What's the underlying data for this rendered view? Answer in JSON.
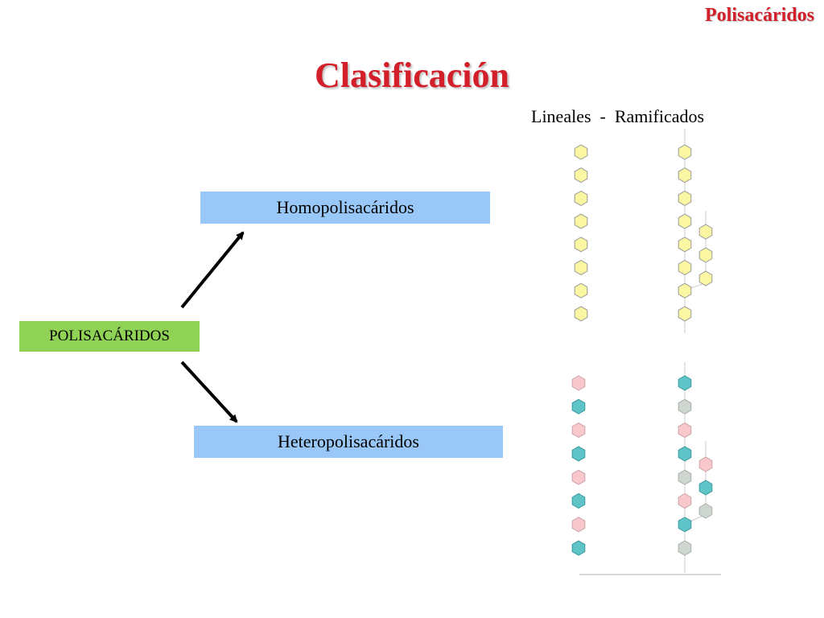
{
  "header": {
    "corner_title": "Polisacáridos",
    "main_title": "Clasificación"
  },
  "column_labels": "Lineales  -  Ramificados",
  "root_label": "POLISACÁRIDOS",
  "categories": {
    "homo": "Homopolisacáridos",
    "hetero": "Heteropolisacáridos"
  },
  "colors": {
    "title_red": "#d21f2a",
    "box_blue": "#99c8f8",
    "box_green": "#8fd255",
    "hex_yellow": "#fbf6a2",
    "hex_pink": "#f9c8cc",
    "hex_teal": "#5ec4c7",
    "hex_gray": "#cfd6cf"
  },
  "chains": {
    "homo_linear": [
      "yellow",
      "yellow",
      "yellow",
      "yellow",
      "yellow",
      "yellow",
      "yellow",
      "yellow"
    ],
    "homo_branched_main": [
      "yellow",
      "yellow",
      "yellow",
      "yellow",
      "yellow",
      "yellow",
      "yellow",
      "yellow"
    ],
    "homo_branched_side": [
      "yellow",
      "yellow",
      "yellow"
    ],
    "hetero_linear": [
      "pink",
      "teal",
      "pink",
      "teal",
      "pink",
      "teal",
      "pink",
      "teal"
    ],
    "hetero_branched_main": [
      "teal",
      "gray",
      "pink",
      "teal",
      "gray",
      "pink",
      "teal",
      "gray"
    ],
    "hetero_branched_side": [
      "pink",
      "teal",
      "gray"
    ]
  }
}
